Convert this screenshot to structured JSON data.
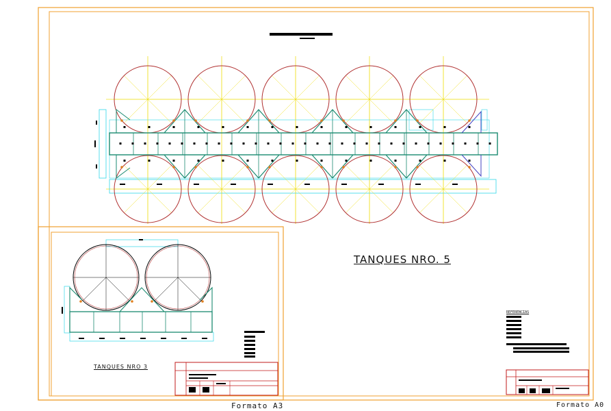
{
  "sheet": {
    "main_title": "TANQUES NRO. 5",
    "detail_title": "TANQUES NRO 3",
    "format_a3_label": "Formato A3",
    "format_a0_label": "Formato A0",
    "references_header": "REFERENCIAS"
  },
  "colors": {
    "border": "#f0a030",
    "tank": "#b03030",
    "axis": "#f0e020",
    "frame": "#1a8a70",
    "cyan": "#30d8e8",
    "ink": "#000000",
    "title_block": "#c01818"
  }
}
